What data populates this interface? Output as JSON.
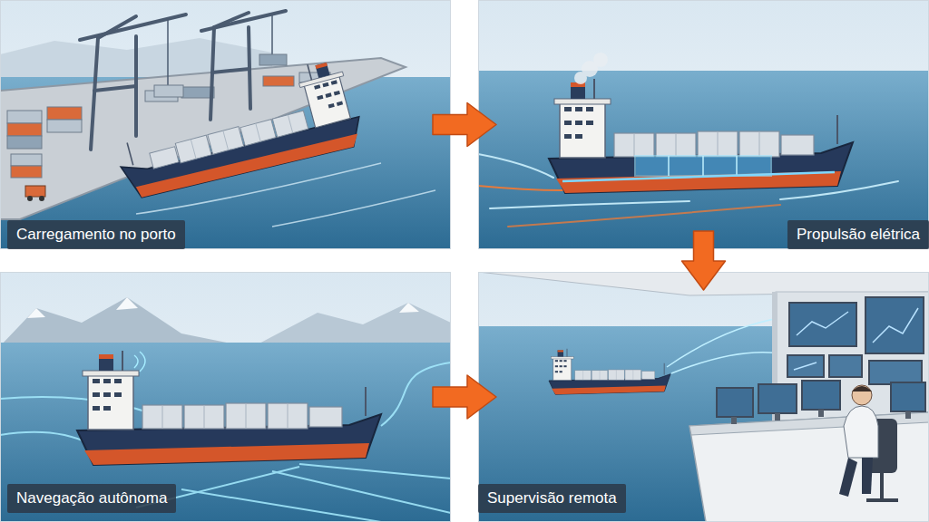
{
  "diagram": {
    "nodes": [
      {
        "text": [
          "Carregamento no porto"
        ]
      },
      {
        "text": [
          "Propulsão elétrica"
        ]
      },
      {
        "text": [
          "Navegação autônoma"
        ]
      },
      {
        "text": [
          "Supervisão remota"
        ]
      }
    ],
    "edges": [
      {
        "from": 0,
        "to": 1,
        "arrow": "to"
      },
      {
        "from": 1,
        "to": 3,
        "arrow": "to"
      },
      {
        "from": 2,
        "to": 3,
        "arrow": "to"
      }
    ]
  }
}
